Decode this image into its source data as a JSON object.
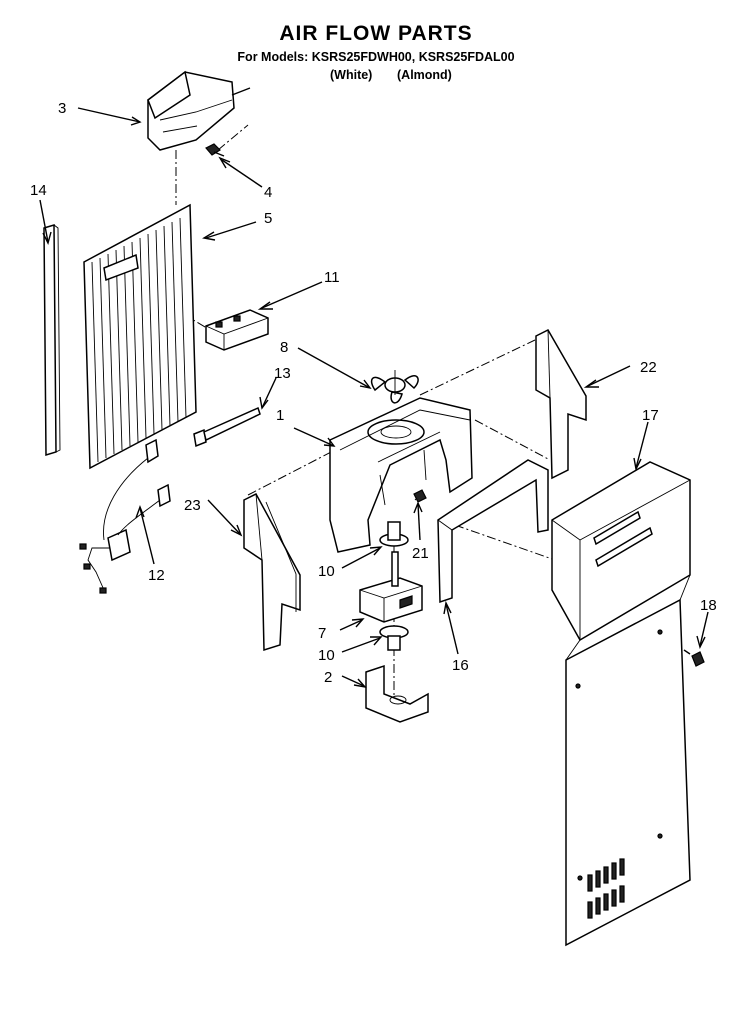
{
  "header": {
    "title": "AIR FLOW PARTS",
    "models": "For Models: KSRS25FDWH00, KSRS25FDAL00",
    "variant_white": "(White)",
    "variant_almond": "(Almond)"
  },
  "callouts": [
    "1",
    "2",
    "3",
    "4",
    "5",
    "7",
    "8",
    "10",
    "10",
    "11",
    "12",
    "13",
    "14",
    "16",
    "17",
    "18",
    "21",
    "22",
    "23"
  ]
}
